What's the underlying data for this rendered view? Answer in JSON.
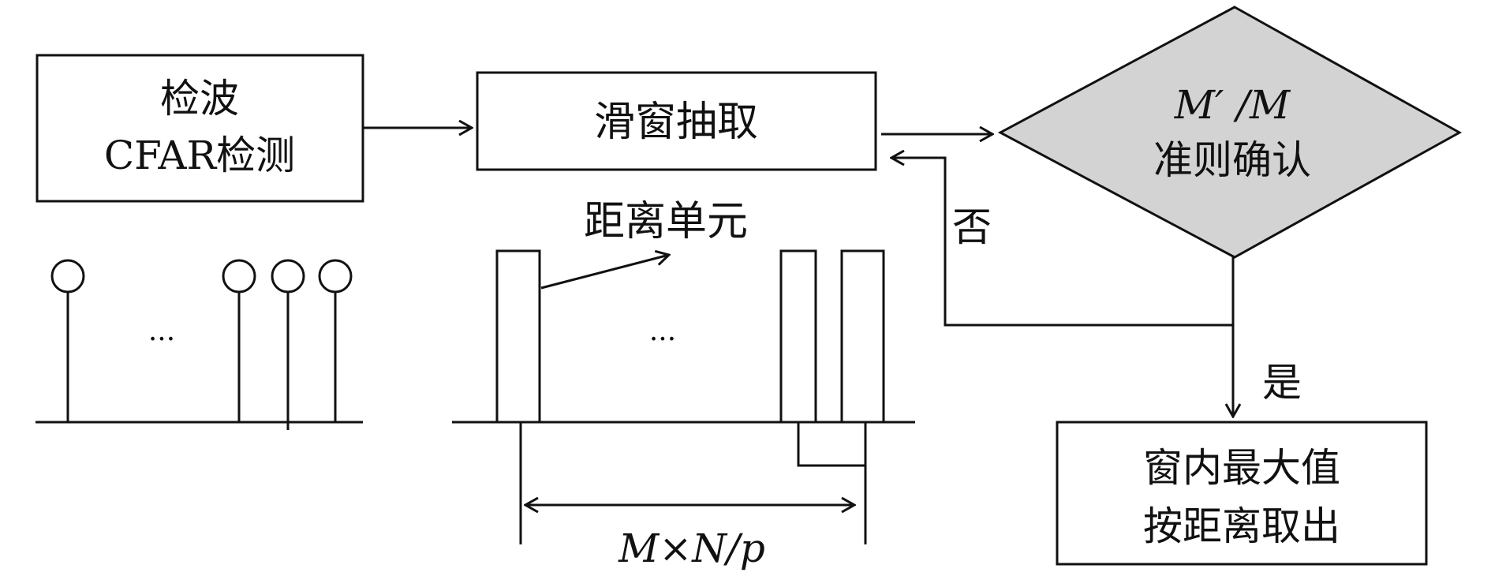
{
  "blocks": {
    "detect": {
      "line1": "检波",
      "line2": "CFAR检测"
    },
    "window_extract": {
      "label": "滑窗抽取"
    },
    "criterion": {
      "line1": "M′ /M",
      "line2": "准则确认"
    },
    "output": {
      "line1": "窗内最大值",
      "line2": "按距离取出"
    }
  },
  "edges": {
    "no": "否",
    "yes": "是"
  },
  "annotations": {
    "range_cell": "距离单元",
    "ellipsis_left": "···",
    "ellipsis_mid": "···",
    "window_length": "M×N/p"
  },
  "colors": {
    "diamond_fill": "#d3d3d3",
    "stroke": "#111111",
    "background": "#ffffff"
  }
}
